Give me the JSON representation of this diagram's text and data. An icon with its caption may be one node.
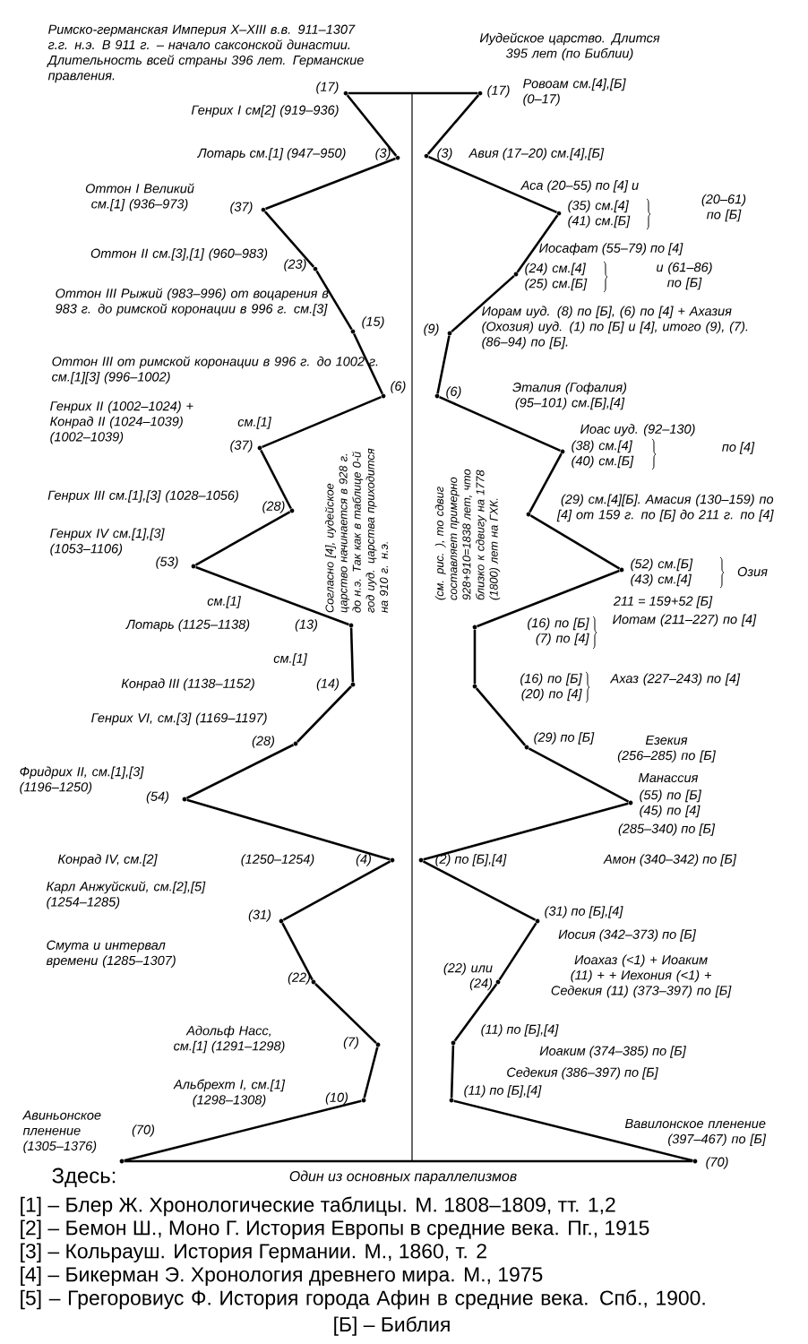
{
  "diagram": {
    "caption": "Один из основных параллелизмов",
    "nodes": [
      {
        "text": [],
        "shape": "circle",
        "beside": [
          "Генрих I см[2] (919–936)",
          "(17)"
        ]
      },
      {
        "text": [],
        "shape": "circle",
        "beside": [
          "Лотарь см.[1] (947–950)",
          "(3)"
        ]
      },
      {
        "text": [],
        "shape": "circle",
        "beside": [
          "Оттон I Великий см.[1] (936–973)",
          "(37)"
        ]
      },
      {
        "text": [],
        "shape": "circle",
        "beside": [
          "Оттон II см.[3],[1] (960–983)",
          "(23)"
        ]
      },
      {
        "text": [],
        "shape": "circle",
        "beside": [
          "Оттон III Рыжий (983–996) от воцарения в 983 г. до римской коронации в 996 г. см.[3]",
          "(15)"
        ]
      },
      {
        "text": [],
        "shape": "circle",
        "beside": [
          "Оттон III от римской коронации в 996 г. до 1002 г. см.[1][3] (996–1002)",
          "(6)"
        ]
      },
      {
        "text": [],
        "shape": "circle",
        "beside": [
          "Генрих II (1002–1024) + Конрад II (1024–1039) (1002–1039)",
          "см.[1]",
          "(37)"
        ]
      },
      {
        "text": [],
        "shape": "circle",
        "beside": [
          "Генрих III см.[1],[3] (1028–1056)",
          "(28)"
        ]
      },
      {
        "text": [],
        "shape": "circle",
        "beside": [
          "Генрих IV см.[1],[3] (1053–1106)",
          "(53)"
        ]
      },
      {
        "text": [],
        "shape": "circle",
        "beside": [
          "см.[1]",
          "Лотарь (1125–1138)",
          "(13)"
        ]
      },
      {
        "text": [],
        "shape": "circle",
        "beside": [
          "см.[1]",
          "Конрад III (1138–1152)",
          "(14)"
        ]
      },
      {
        "text": [],
        "shape": "circle",
        "beside": [
          "Генрих VI, см.[3] (1169–1197)",
          "(28)"
        ]
      },
      {
        "text": [],
        "shape": "circle",
        "beside": [
          "Фридрих II, см.[1],[3] (1196–1250)",
          "(54)"
        ]
      },
      {
        "text": [],
        "shape": "circle",
        "beside": [
          "(1250–1254)",
          "(4)"
        ]
      },
      {
        "text": [],
        "shape": "circle",
        "beside": [
          "Карл Анжуйский, см.[2],[5] (1254–1285)",
          "(31)"
        ]
      },
      {
        "text": [],
        "shape": "circle",
        "beside": [
          "(22)"
        ]
      },
      {
        "text": [],
        "shape": "circle",
        "beside": [
          "(7)"
        ]
      },
      {
        "text": [],
        "shape": "circle",
        "beside": [
          "Альбрехт I, см.[1] (1298–1308)",
          "(10)"
        ]
      },
      {
        "text": [],
        "shape": "circle",
        "beside": [
          "Авиньонское пленение (1305–1376)",
          "(70)"
        ]
      },
      {
        "text": [],
        "shape": "circle",
        "beside": [
          "(17)",
          "Ровоам см.[4],[Б] (0–17)"
        ]
      },
      {
        "text": [],
        "shape": "circle",
        "beside": [
          "(3)",
          "Авия (17–20) см.[4],[Б]"
        ]
      },
      {
        "text": [],
        "shape": "circle",
        "beside": [
          "Аса (20–55) по [4] и",
          "(35) см.[4] (41) см.[Б]"
        ]
      },
      {
        "text": [],
        "shape": "circle",
        "beside": [
          "Иосафат (55–79) по [4]",
          "(24) см.[4] (25) см.[Б]",
          "и (61–86) по [Б]"
        ]
      },
      {
        "text": [],
        "shape": "circle",
        "beside": [
          "(9)",
          "Иорам иуд. (8) по [Б], (6) по [4] + Ахазия (Охозия) иуд. (1) по [Б] и [4], итого (9), (7). (86–94) по [Б]."
        ]
      },
      {
        "text": [],
        "shape": "circle",
        "beside": [
          "(6)",
          "Эталия (Гофалия) (95–101) см.[Б],[4]"
        ]
      },
      {
        "text": [],
        "shape": "circle",
        "beside": [
          "Иоас иуд. (92–130)",
          "(38) см.[4] (40) см.[Б]",
          "по [4]"
        ]
      },
      {
        "text": [],
        "shape": "circle",
        "beside": [
          "(29) см.[4][Б]. Амасия (130–159) по [4] от 159 г. по [Б] до 211 г. по [4]"
        ]
      },
      {
        "text": [],
        "shape": "circle",
        "beside": [
          "(52) см.[Б] (43) см.[4]",
          "Озия",
          "211 = 159+52 [Б]"
        ]
      },
      {
        "text": [],
        "shape": "circle",
        "beside": [
          "(16) по [Б] (7) по [4]",
          "Иотам (211–227) по [4]"
        ]
      },
      {
        "text": [],
        "shape": "circle",
        "beside": [
          "(16) по [Б] (20) по [4]",
          "Ахаз (227–243) по [4]"
        ]
      },
      {
        "text": [],
        "shape": "circle",
        "beside": [
          "(29) по [Б]",
          "Езекия (256–285) по [Б]"
        ]
      },
      {
        "text": [],
        "shape": "circle",
        "beside": [
          "Манассия",
          "(55) по [Б] (45) по [4]",
          "(285–340) по [Б]"
        ]
      },
      {
        "text": [],
        "shape": "circle",
        "beside": [
          "(2) по [Б],[4]"
        ]
      },
      {
        "text": [],
        "shape": "circle",
        "beside": [
          "(31) по [Б],[4]",
          "Иосия (342–373) по [Б]"
        ]
      },
      {
        "text": [],
        "shape": "circle",
        "beside": [
          "(22) или (24)",
          "Иоахаз (<1) + Иоаким (11) + + Иехония (<1) + Седекия (11) (373–397) по [Б]"
        ]
      },
      {
        "text": [],
        "shape": "circle",
        "beside": [
          "(11) по [Б],[4]",
          "Иоаким (374–385) по [Б]"
        ]
      },
      {
        "text": [],
        "shape": "circle",
        "beside": [
          "Седекия (386–397) по [Б]",
          "(11) по [Б],[4]"
        ]
      },
      {
        "text": [],
        "shape": "circle",
        "beside": [
          "Вавилонское пленение (397–467) по [Б]",
          "(70)"
        ]
      }
    ],
    "edges": [
      {
        "from": 0,
        "to": 1,
        "arrow": "none"
      },
      {
        "from": 1,
        "to": 2,
        "arrow": "none"
      },
      {
        "from": 2,
        "to": 3,
        "arrow": "none"
      },
      {
        "from": 3,
        "to": 4,
        "arrow": "none"
      },
      {
        "from": 4,
        "to": 5,
        "arrow": "none"
      },
      {
        "from": 5,
        "to": 6,
        "arrow": "none"
      },
      {
        "from": 6,
        "to": 7,
        "arrow": "none"
      },
      {
        "from": 7,
        "to": 8,
        "arrow": "none"
      },
      {
        "from": 8,
        "to": 9,
        "arrow": "none"
      },
      {
        "from": 9,
        "to": 10,
        "arrow": "none"
      },
      {
        "from": 10,
        "to": 11,
        "arrow": "none"
      },
      {
        "from": 11,
        "to": 12,
        "arrow": "none"
      },
      {
        "from": 12,
        "to": 13,
        "arrow": "none"
      },
      {
        "from": 13,
        "to": 14,
        "arrow": "none"
      },
      {
        "from": 14,
        "to": 15,
        "arrow": "none"
      },
      {
        "from": 15,
        "to": 16,
        "arrow": "none"
      },
      {
        "from": 16,
        "to": 17,
        "arrow": "none"
      },
      {
        "from": 17,
        "to": 18,
        "arrow": "none"
      },
      {
        "from": 19,
        "to": 20,
        "arrow": "none"
      },
      {
        "from": 20,
        "to": 21,
        "arrow": "none"
      },
      {
        "from": 21,
        "to": 22,
        "arrow": "none"
      },
      {
        "from": 22,
        "to": 23,
        "arrow": "none"
      },
      {
        "from": 23,
        "to": 24,
        "arrow": "none"
      },
      {
        "from": 24,
        "to": 25,
        "arrow": "none"
      },
      {
        "from": 25,
        "to": 26,
        "arrow": "none"
      },
      {
        "from": 26,
        "to": 27,
        "arrow": "none"
      },
      {
        "from": 27,
        "to": 28,
        "arrow": "none"
      },
      {
        "from": 28,
        "to": 29,
        "arrow": "none"
      },
      {
        "from": 29,
        "to": 30,
        "arrow": "none"
      },
      {
        "from": 30,
        "to": 31,
        "arrow": "none"
      },
      {
        "from": 31,
        "to": 32,
        "arrow": "none"
      },
      {
        "from": 32,
        "to": 33,
        "arrow": "none"
      },
      {
        "from": 33,
        "to": 34,
        "arrow": "none"
      },
      {
        "from": 34,
        "to": 35,
        "arrow": "none"
      },
      {
        "from": 35,
        "to": 36,
        "arrow": "none"
      },
      {
        "from": 36,
        "to": 37,
        "arrow": "none"
      },
      {
        "from": 0,
        "to": 19,
        "arrow": "none"
      },
      {
        "from": 18,
        "to": 37,
        "arrow": "none"
      }
    ],
    "labels": [
      "Римско-германская Империя X–XIII в.в. 911–1307 г.г. н.э. В 911 г. – начало саксонской династии. Длительность всей страны 396 лет. Германские правления.",
      "Иудейское царство. Длится 395 лет (по Библии)",
      "Согласно [4], иудейское царство начинается в 928 г. до н.э. Так как в таблице 0-й год иуд. царства приходится на 910 г. н.э.",
      "(см. рис. ), то сдвиг составляет примерно 928+910=1838 лет, что близко к сдвигу на 1778 (1800) лет на ГХК.",
      "Здесь:",
      "[1] – Блер Ж. Хронологические таблицы. М. 1808–1809, тт. 1,2",
      "[2] – Бемон Ш., Моно Г. История Европы в средние века. Пг., 1915",
      "[3] – Кольрауш. История Германии. М., 1860, т. 2",
      "[4] – Бикерман Э. Хронология древнего мира. М., 1975",
      "[5] – Грегоровиус Ф. История города Афин в средние века. Спб., 1900.",
      "[Б] – Библия",
      "Конрад IV, см.[2]",
      "Смута и интервал времени (1285–1307)",
      "Адольф Насс, см.[1] (1291–1298)",
      "(20–61) по [Б]",
      "Амон (340–342) по [Б]"
    ]
  }
}
